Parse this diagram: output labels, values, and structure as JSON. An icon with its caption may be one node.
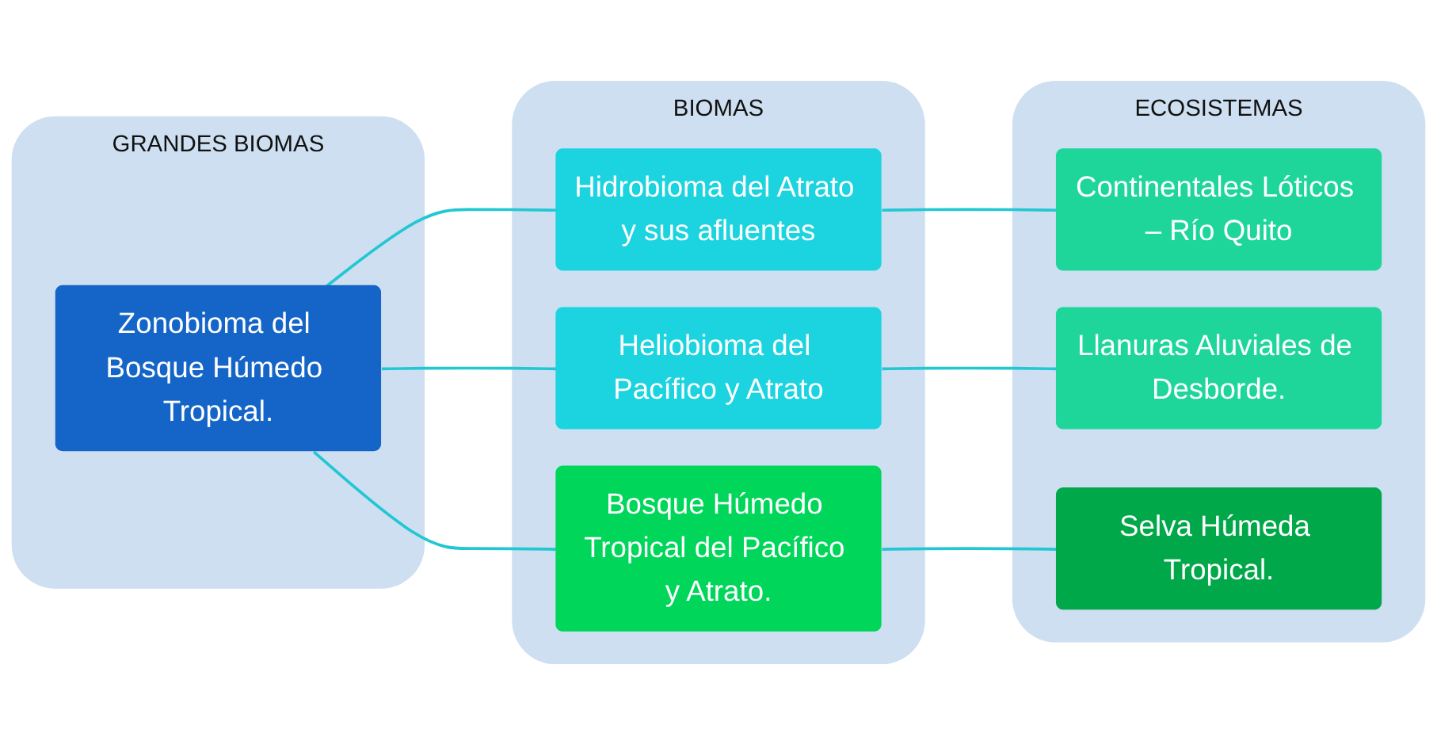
{
  "diagram": {
    "nodes": [
      {
        "text": [
          "GRANDES BIOMAS"
        ]
      },
      {
        "text": [
          "Zonobioma del Bosque Húmedo Tropical."
        ],
        "in": 0
      },
      {
        "text": [
          "BIOMAS"
        ]
      },
      {
        "text": [
          "Hidrobioma del Atrato y sus afluentes"
        ],
        "in": 2
      },
      {
        "text": [
          "Heliobioma del Pacífico y Atrato"
        ],
        "in": 2
      },
      {
        "text": [
          "Bosque Húmedo Tropical del Pacífico y Atrato."
        ],
        "in": 2
      },
      {
        "text": [
          "ECOSISTEMAS"
        ]
      },
      {
        "text": [
          "Continentales Lóticos – Río Quito"
        ],
        "in": 6
      },
      {
        "text": [
          "Llanuras Aluviales de Desborde."
        ],
        "in": 6
      },
      {
        "text": [
          "Selva Húmeda Tropical."
        ],
        "in": 6
      }
    ],
    "edges": [
      {
        "from": 1,
        "to": 3,
        "arrow": "none"
      },
      {
        "from": 1,
        "to": 4,
        "arrow": "none"
      },
      {
        "from": 1,
        "to": 5,
        "arrow": "none"
      },
      {
        "from": 3,
        "to": 7,
        "arrow": "none"
      },
      {
        "from": 4,
        "to": 8,
        "arrow": "none"
      },
      {
        "from": 5,
        "to": 9,
        "arrow": "none"
      }
    ]
  }
}
